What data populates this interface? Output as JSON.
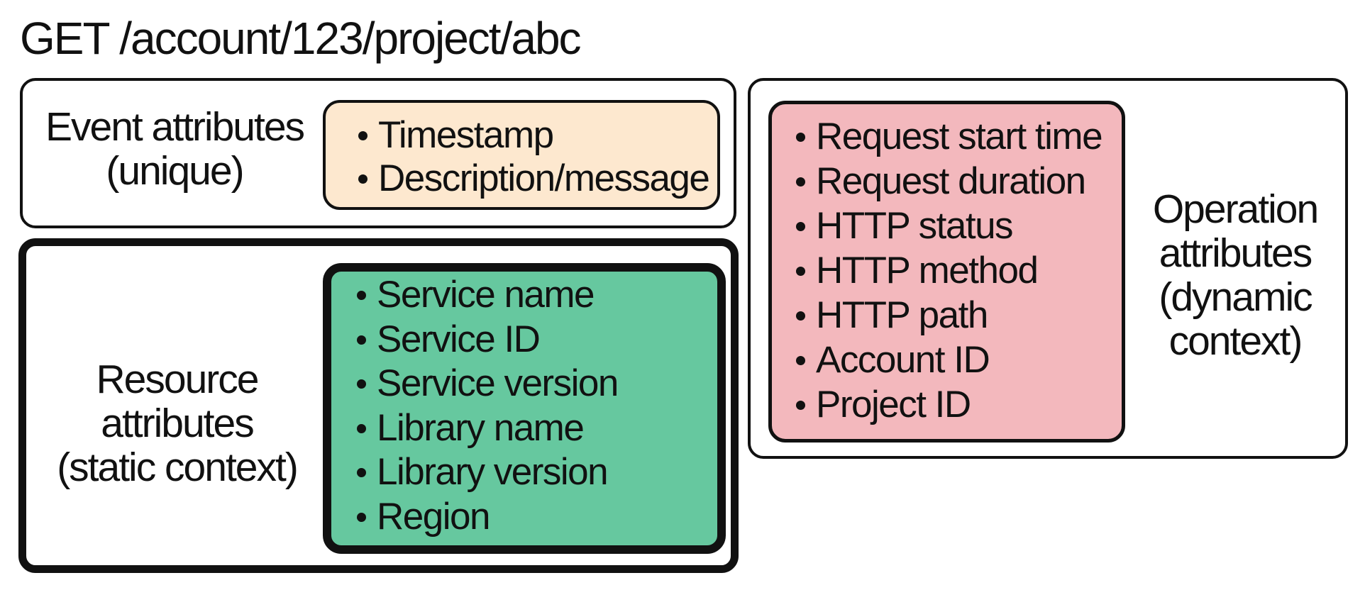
{
  "title": "GET /account/123/project/abc",
  "colors": {
    "event_fill": "#fde8cf",
    "resource_fill": "#66c89f",
    "operation_fill": "#f3b8bd",
    "outline": "#111111"
  },
  "event": {
    "label": [
      "Event attributes",
      "(unique)"
    ],
    "items": [
      "Timestamp",
      "Description/message"
    ]
  },
  "resource": {
    "label": [
      "Resource",
      "attributes",
      "(static context)"
    ],
    "items": [
      "Service name",
      "Service ID",
      "Service version",
      "Library name",
      "Library version",
      "Region"
    ]
  },
  "operation": {
    "label": [
      "Operation",
      "attributes",
      "(dynamic",
      "context)"
    ],
    "items": [
      "Request start time",
      "Request duration",
      "HTTP status",
      "HTTP method",
      "HTTP path",
      "Account ID",
      "Project ID"
    ]
  }
}
